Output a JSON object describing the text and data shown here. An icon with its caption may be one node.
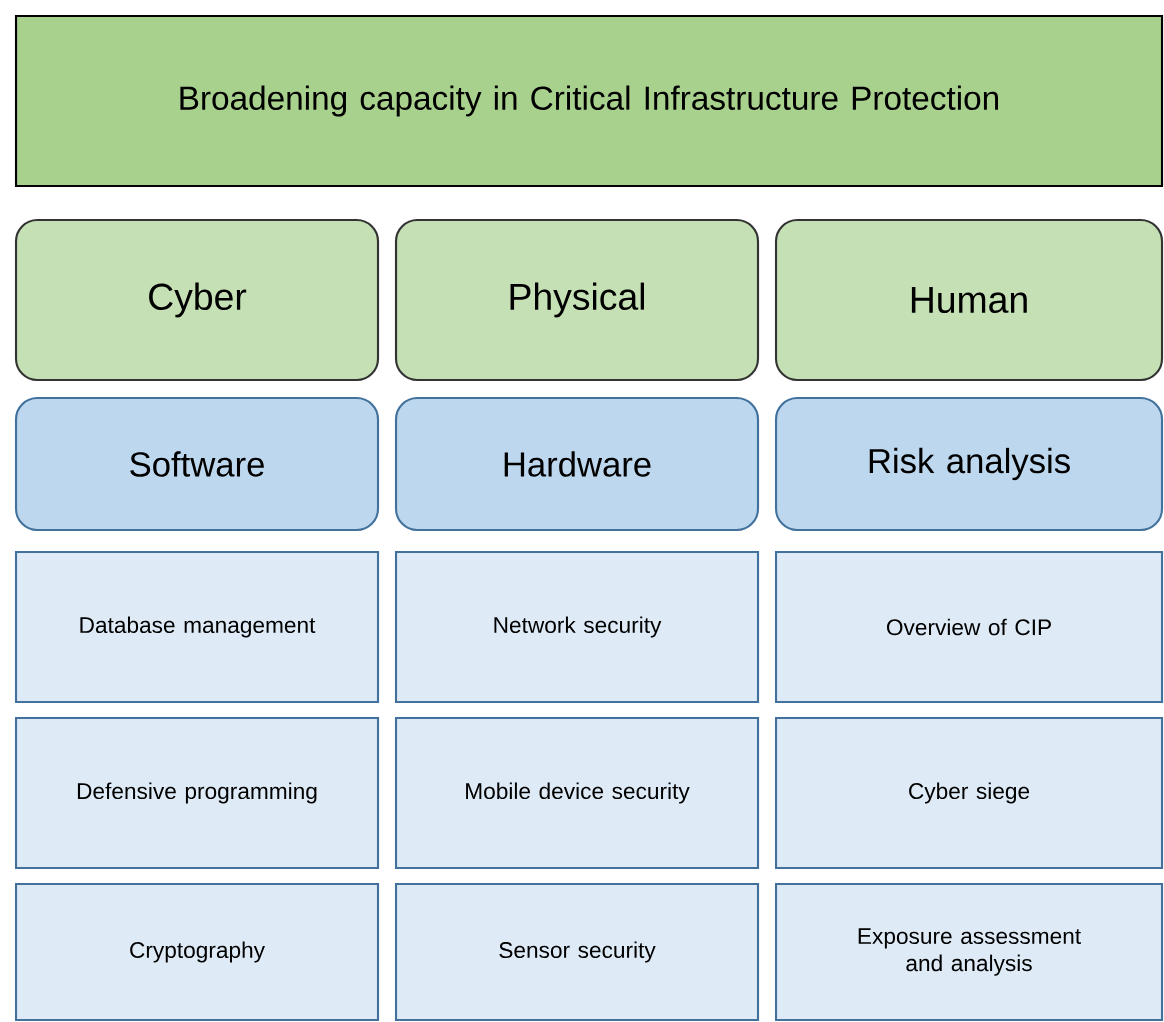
{
  "diagram": {
    "nodes": [
      {
        "text": [
          "Broadening capacity in Critical Infrastructure Protection"
        ]
      },
      {
        "text": [
          "Cyber"
        ]
      },
      {
        "text": [
          "Physical"
        ]
      },
      {
        "text": [
          "Human"
        ]
      },
      {
        "text": [
          "Software"
        ]
      },
      {
        "text": [
          "Hardware"
        ]
      },
      {
        "text": [
          "Risk analysis"
        ]
      },
      {
        "text": [
          "Database management"
        ]
      },
      {
        "text": [
          "Network security"
        ]
      },
      {
        "text": [
          "Overview of CIP"
        ]
      },
      {
        "text": [
          "Defensive programming"
        ]
      },
      {
        "text": [
          "Mobile device security"
        ]
      },
      {
        "text": [
          "Cyber siege"
        ]
      },
      {
        "text": [
          "Cryptography"
        ]
      },
      {
        "text": [
          "Sensor security"
        ]
      },
      {
        "text": [
          "Exposure assessment and analysis"
        ]
      }
    ]
  }
}
